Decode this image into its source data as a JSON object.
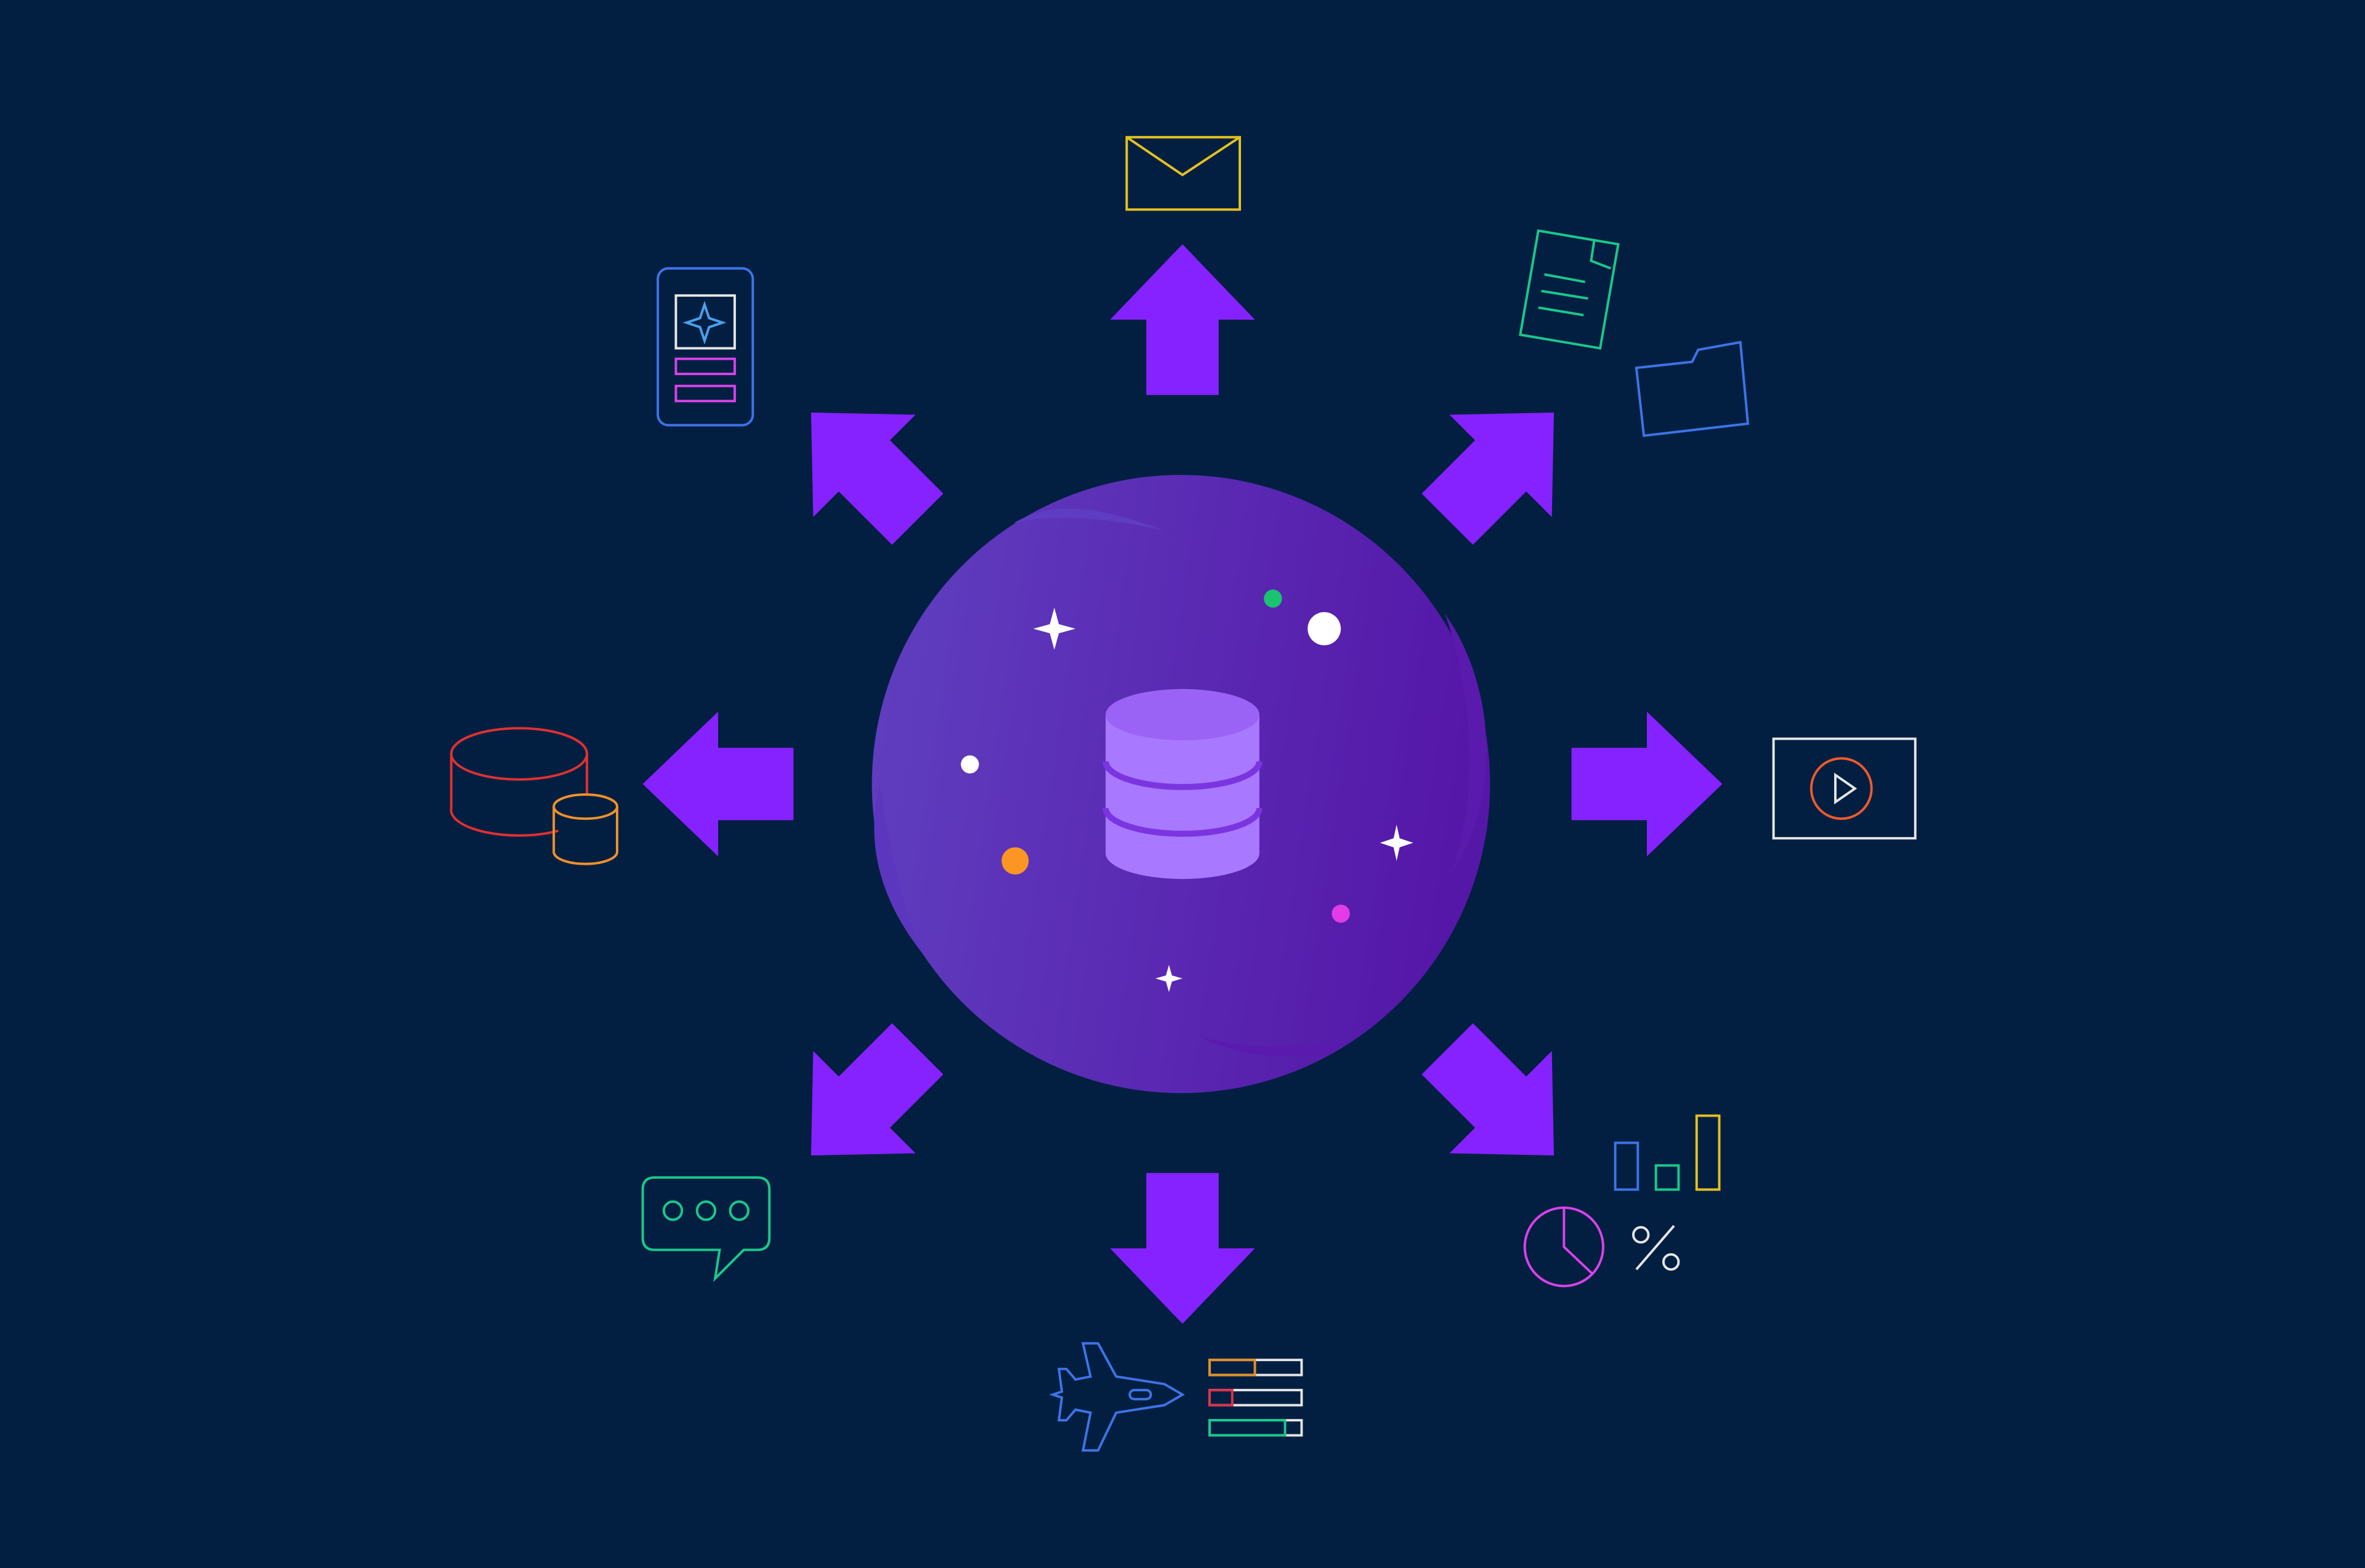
{
  "colors": {
    "background": "#021f42",
    "arrow": "#8522ff",
    "orb_left": "#6040c0",
    "orb_right": "#5517a8",
    "database": "#a878ff",
    "database_seam": "#7a35e0",
    "yellow": "#e6c11f",
    "green": "#19c98b",
    "blue": "#3d74e6",
    "magenta": "#d942e8",
    "red": "#e03131",
    "orange": "#f0912a",
    "white": "#ffffff",
    "light_gray": "#e6e6e6",
    "dot_green": "#19c36f",
    "dot_orange": "#fb9624",
    "dot_magenta": "#e23ce8"
  },
  "diagram": {
    "center": "database-icon",
    "outputs": [
      {
        "direction": "up",
        "icon": "envelope-icon"
      },
      {
        "direction": "up-right",
        "icon": "document-folder-icon"
      },
      {
        "direction": "right",
        "icon": "video-play-icon"
      },
      {
        "direction": "down-right",
        "icon": "analytics-icon"
      },
      {
        "direction": "down",
        "icon": "flight-booking-icon"
      },
      {
        "direction": "down-left",
        "icon": "chat-bubble-icon"
      },
      {
        "direction": "left",
        "icon": "databases-icon"
      },
      {
        "direction": "up-left",
        "icon": "mobile-app-icon"
      }
    ]
  },
  "icons": {
    "percent_symbol": "%"
  }
}
